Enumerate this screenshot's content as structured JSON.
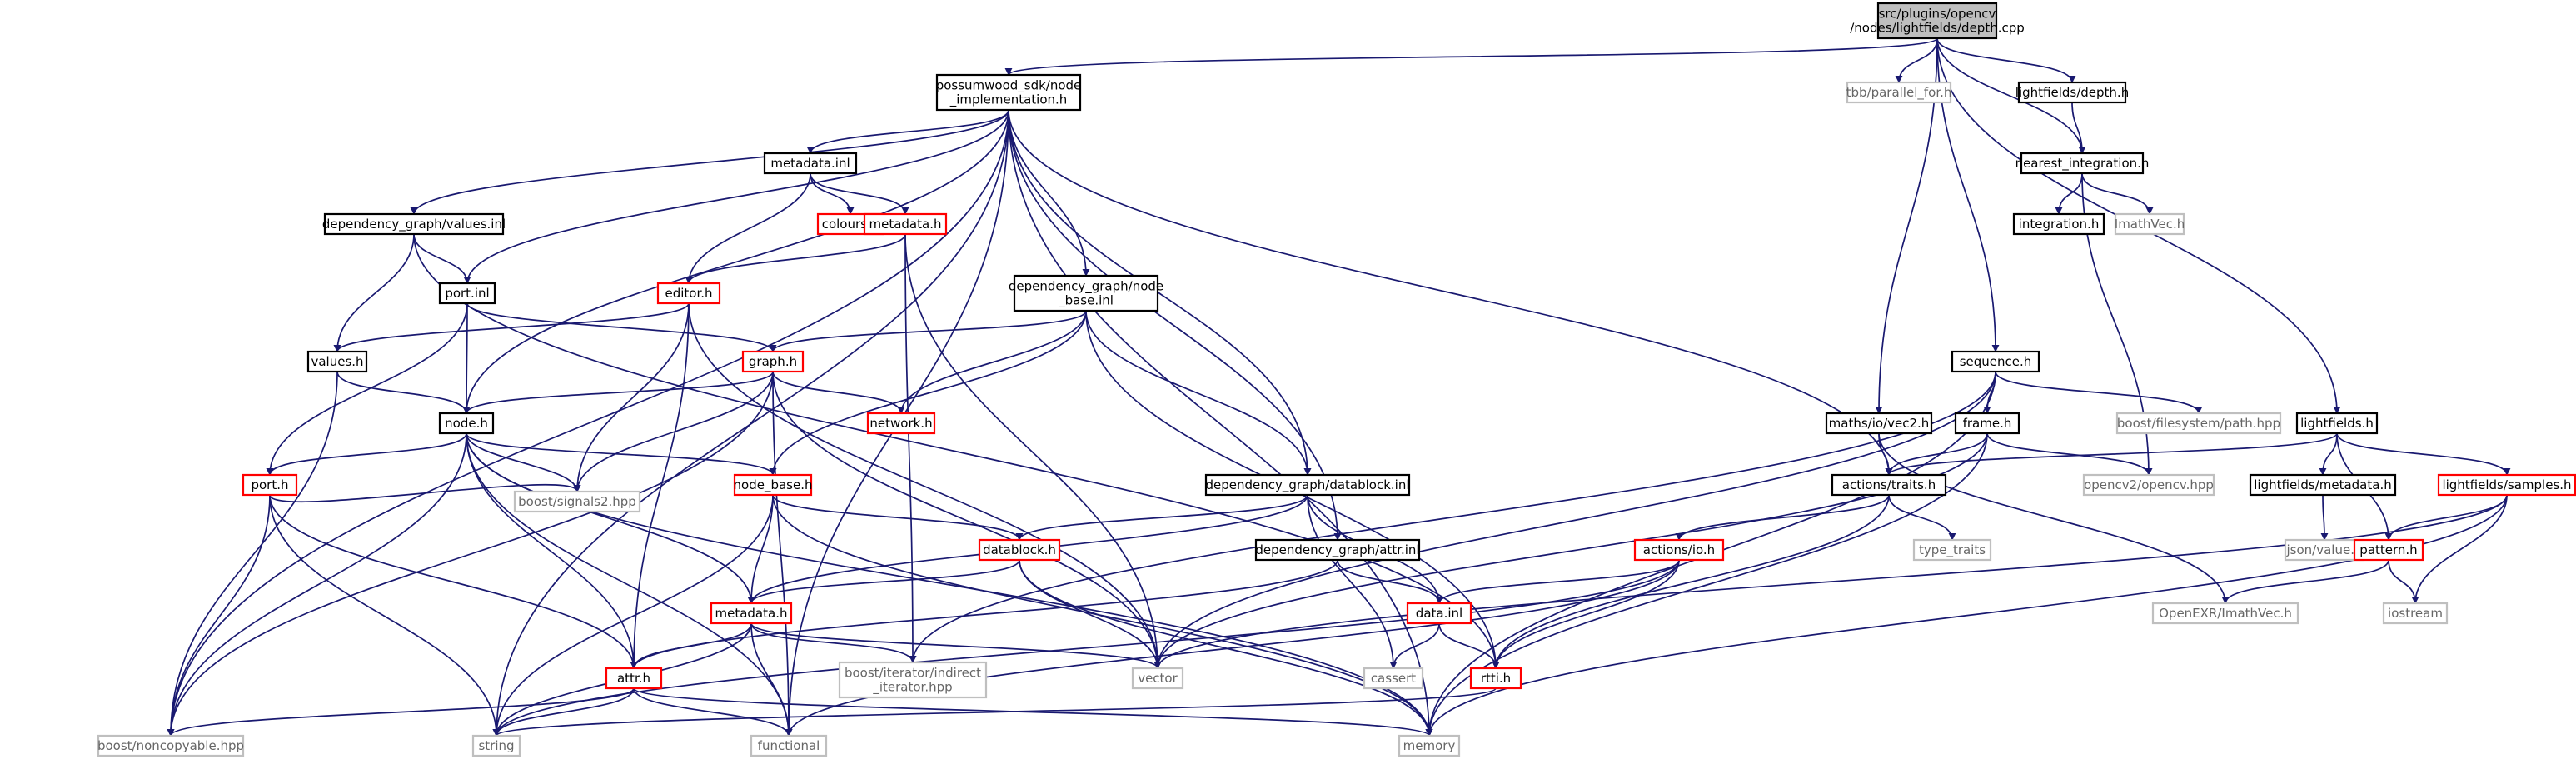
{
  "graph": {
    "nodes": [
      {
        "id": "root",
        "label": [
          "src/plugins/opencv",
          "/nodes/lightfields/depth.cpp"
        ],
        "kind": "root"
      },
      {
        "id": "impl",
        "label": [
          "possumwood_sdk/node",
          "_implementation.h"
        ],
        "kind": "plain"
      },
      {
        "id": "tbb",
        "label": [
          "tbb/parallel_for.h"
        ],
        "kind": "ext"
      },
      {
        "id": "lfdepth",
        "label": [
          "lightfields/depth.h"
        ],
        "kind": "plain"
      },
      {
        "id": "nearest",
        "label": [
          "nearest_integration.h"
        ],
        "kind": "plain"
      },
      {
        "id": "integration",
        "label": [
          "integration.h"
        ],
        "kind": "plain"
      },
      {
        "id": "imathvec",
        "label": [
          "ImathVec.h"
        ],
        "kind": "ext"
      },
      {
        "id": "metainl",
        "label": [
          "metadata.inl"
        ],
        "kind": "plain"
      },
      {
        "id": "colours",
        "label": [
          "colours.h"
        ],
        "kind": "red"
      },
      {
        "id": "metah_top",
        "label": [
          "metadata.h"
        ],
        "kind": "red"
      },
      {
        "id": "valuesinl",
        "label": [
          "dependency_graph/values.inl"
        ],
        "kind": "plain"
      },
      {
        "id": "portinl",
        "label": [
          "port.inl"
        ],
        "kind": "plain"
      },
      {
        "id": "editor",
        "label": [
          "editor.h"
        ],
        "kind": "red"
      },
      {
        "id": "nodebaseinl",
        "label": [
          "dependency_graph/node",
          "_base.inl"
        ],
        "kind": "plain"
      },
      {
        "id": "valuesh",
        "label": [
          "values.h"
        ],
        "kind": "plain"
      },
      {
        "id": "graphh",
        "label": [
          "graph.h"
        ],
        "kind": "red"
      },
      {
        "id": "network",
        "label": [
          "network.h"
        ],
        "kind": "red"
      },
      {
        "id": "nodeh",
        "label": [
          "node.h"
        ],
        "kind": "plain"
      },
      {
        "id": "porth",
        "label": [
          "port.h"
        ],
        "kind": "red"
      },
      {
        "id": "nodebaseh",
        "label": [
          "node_base.h"
        ],
        "kind": "red"
      },
      {
        "id": "signals",
        "label": [
          "boost/signals2.hpp"
        ],
        "kind": "ext"
      },
      {
        "id": "datablockinl",
        "label": [
          "dependency_graph/datablock.inl"
        ],
        "kind": "plain"
      },
      {
        "id": "datablockh",
        "label": [
          "datablock.h"
        ],
        "kind": "red"
      },
      {
        "id": "attrinl",
        "label": [
          "dependency_graph/attr.inl"
        ],
        "kind": "plain"
      },
      {
        "id": "metadatah",
        "label": [
          "metadata.h"
        ],
        "kind": "red"
      },
      {
        "id": "datainl",
        "label": [
          "data.inl"
        ],
        "kind": "red"
      },
      {
        "id": "attrh",
        "label": [
          "attr.h"
        ],
        "kind": "red"
      },
      {
        "id": "iterator",
        "label": [
          "boost/iterator/indirect",
          "_iterator.hpp"
        ],
        "kind": "ext"
      },
      {
        "id": "vector",
        "label": [
          "vector"
        ],
        "kind": "ext"
      },
      {
        "id": "cassert",
        "label": [
          "cassert"
        ],
        "kind": "ext"
      },
      {
        "id": "rtti",
        "label": [
          "rtti.h"
        ],
        "kind": "red"
      },
      {
        "id": "noncopyable",
        "label": [
          "boost/noncopyable.hpp"
        ],
        "kind": "ext"
      },
      {
        "id": "string",
        "label": [
          "string"
        ],
        "kind": "ext"
      },
      {
        "id": "functional",
        "label": [
          "functional"
        ],
        "kind": "ext"
      },
      {
        "id": "memory",
        "label": [
          "memory"
        ],
        "kind": "ext"
      },
      {
        "id": "sequence",
        "label": [
          "sequence.h"
        ],
        "kind": "plain"
      },
      {
        "id": "mathsvec2",
        "label": [
          "maths/io/vec2.h"
        ],
        "kind": "plain"
      },
      {
        "id": "frame",
        "label": [
          "frame.h"
        ],
        "kind": "plain"
      },
      {
        "id": "fspath",
        "label": [
          "boost/filesystem/path.hpp"
        ],
        "kind": "ext"
      },
      {
        "id": "traits",
        "label": [
          "actions/traits.h"
        ],
        "kind": "plain"
      },
      {
        "id": "typetraits",
        "label": [
          "type_traits"
        ],
        "kind": "ext"
      },
      {
        "id": "actionsio",
        "label": [
          "actions/io.h"
        ],
        "kind": "red"
      },
      {
        "id": "opencv",
        "label": [
          "opencv2/opencv.hpp"
        ],
        "kind": "ext"
      },
      {
        "id": "lightfields",
        "label": [
          "lightfields.h"
        ],
        "kind": "plain"
      },
      {
        "id": "lfmeta",
        "label": [
          "lightfields/metadata.h"
        ],
        "kind": "plain"
      },
      {
        "id": "lfsamples",
        "label": [
          "lightfields/samples.h"
        ],
        "kind": "red"
      },
      {
        "id": "jsonvalue",
        "label": [
          "json/value.h"
        ],
        "kind": "ext"
      },
      {
        "id": "pattern",
        "label": [
          "pattern.h"
        ],
        "kind": "red"
      },
      {
        "id": "openexr",
        "label": [
          "OpenEXR/ImathVec.h"
        ],
        "kind": "ext"
      },
      {
        "id": "iostream",
        "label": [
          "iostream"
        ],
        "kind": "ext"
      }
    ]
  }
}
